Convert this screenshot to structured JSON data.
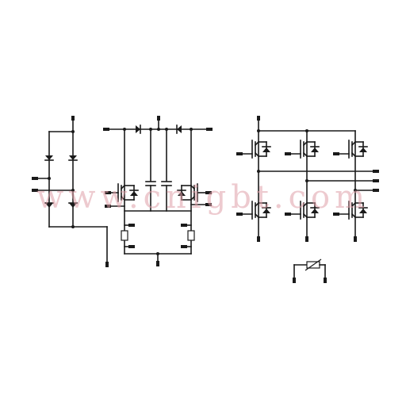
{
  "watermark": {
    "text": "www.cnigbt.com",
    "color": "#e0a0a8"
  },
  "colors": {
    "wire": "#1a1a1a",
    "accent": "#c0202a",
    "background": "#ffffff"
  },
  "blocks": [
    {
      "id": "rectifier-bridge",
      "kind": "input-rectifier",
      "elements": [
        "diode",
        "diode",
        "diode",
        "diode"
      ]
    },
    {
      "id": "brake-chopper",
      "kind": "chopper",
      "elements": [
        "igbt",
        "igbt",
        "diode",
        "diode",
        "capacitor",
        "capacitor",
        "resistor",
        "resistor"
      ]
    },
    {
      "id": "three-phase-inverter",
      "kind": "inverter",
      "elements": [
        "igbt",
        "igbt",
        "igbt",
        "igbt",
        "igbt",
        "igbt"
      ]
    },
    {
      "id": "ntc-thermistor",
      "kind": "thermistor",
      "elements": [
        "ntc"
      ]
    }
  ]
}
